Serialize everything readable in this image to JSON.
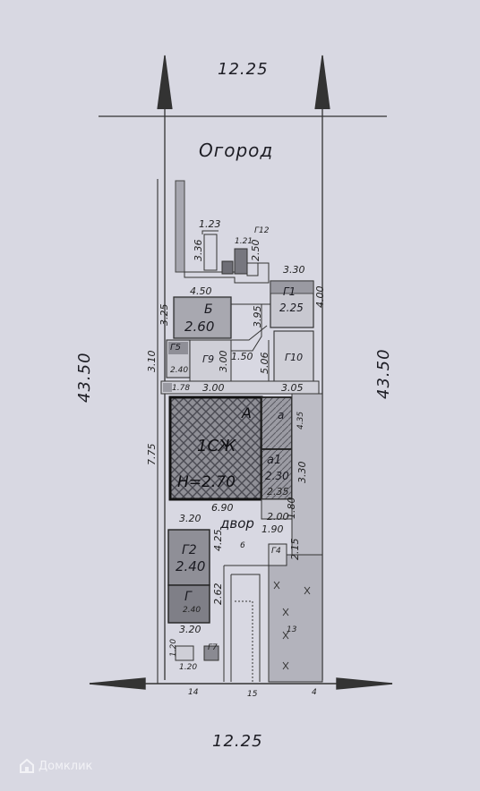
{
  "dims": {
    "top_width": "12.25",
    "bottom_width": "12.25",
    "left_length": "43.50",
    "right_length": "43.50"
  },
  "zones": {
    "garden": "Огород",
    "yard": "двор"
  },
  "rooms": {
    "b": "Б",
    "b_h": "2.60",
    "g1": "Г1",
    "g1_h": "2.25",
    "g2": "Г2",
    "g2_h": "2.40",
    "g": "Г",
    "g_h": "2.40",
    "g5": "Г5",
    "g5_h": "2.40",
    "g9": "Г9",
    "g10": "Г10",
    "g12": "Г12",
    "g4": "Г4",
    "g7": "Г7",
    "main_letter": "А",
    "main_label": "1СЖ",
    "main_h": "Н=2.70",
    "a1": "а1",
    "a1_h": "2.30",
    "a": "а"
  },
  "measurements": {
    "m_1_23": "1.23",
    "m_3_36": "3.36",
    "m_1_21": "1.21",
    "m_2_50": "2.50",
    "m_3_30_top": "3.30",
    "m_4_50": "4.50",
    "m_4_00": "4.00",
    "m_3_25": "3.25",
    "m_3_95": "3.95",
    "m_3_10": "3.10",
    "m_3_00_v": "3.00",
    "m_1_50": "1.50",
    "m_5_06": "5.06",
    "m_1_78": "1.78",
    "m_3_00_h": "3.00",
    "m_3_05": "3.05",
    "m_4_35": "4.35",
    "m_7_75": "7.75",
    "m_3_30_v": "3.30",
    "m_2_35": "2.35",
    "m_6_90": "6.90",
    "m_2_00": "2.00",
    "m_1_80": "1.80",
    "m_1_90": "1.90",
    "m_3_20_top": "3.20",
    "m_4_25": "4.25",
    "m_2_15": "2.15",
    "m_2_62": "2.62",
    "m_3_20_bot": "3.20",
    "m_1_20_v": "1.20",
    "m_1_20_h": "1.20",
    "m_14": "14",
    "m_15": "15",
    "m_13": "13",
    "m_4": "4",
    "m_6": "6"
  },
  "watermark": "Домклик"
}
